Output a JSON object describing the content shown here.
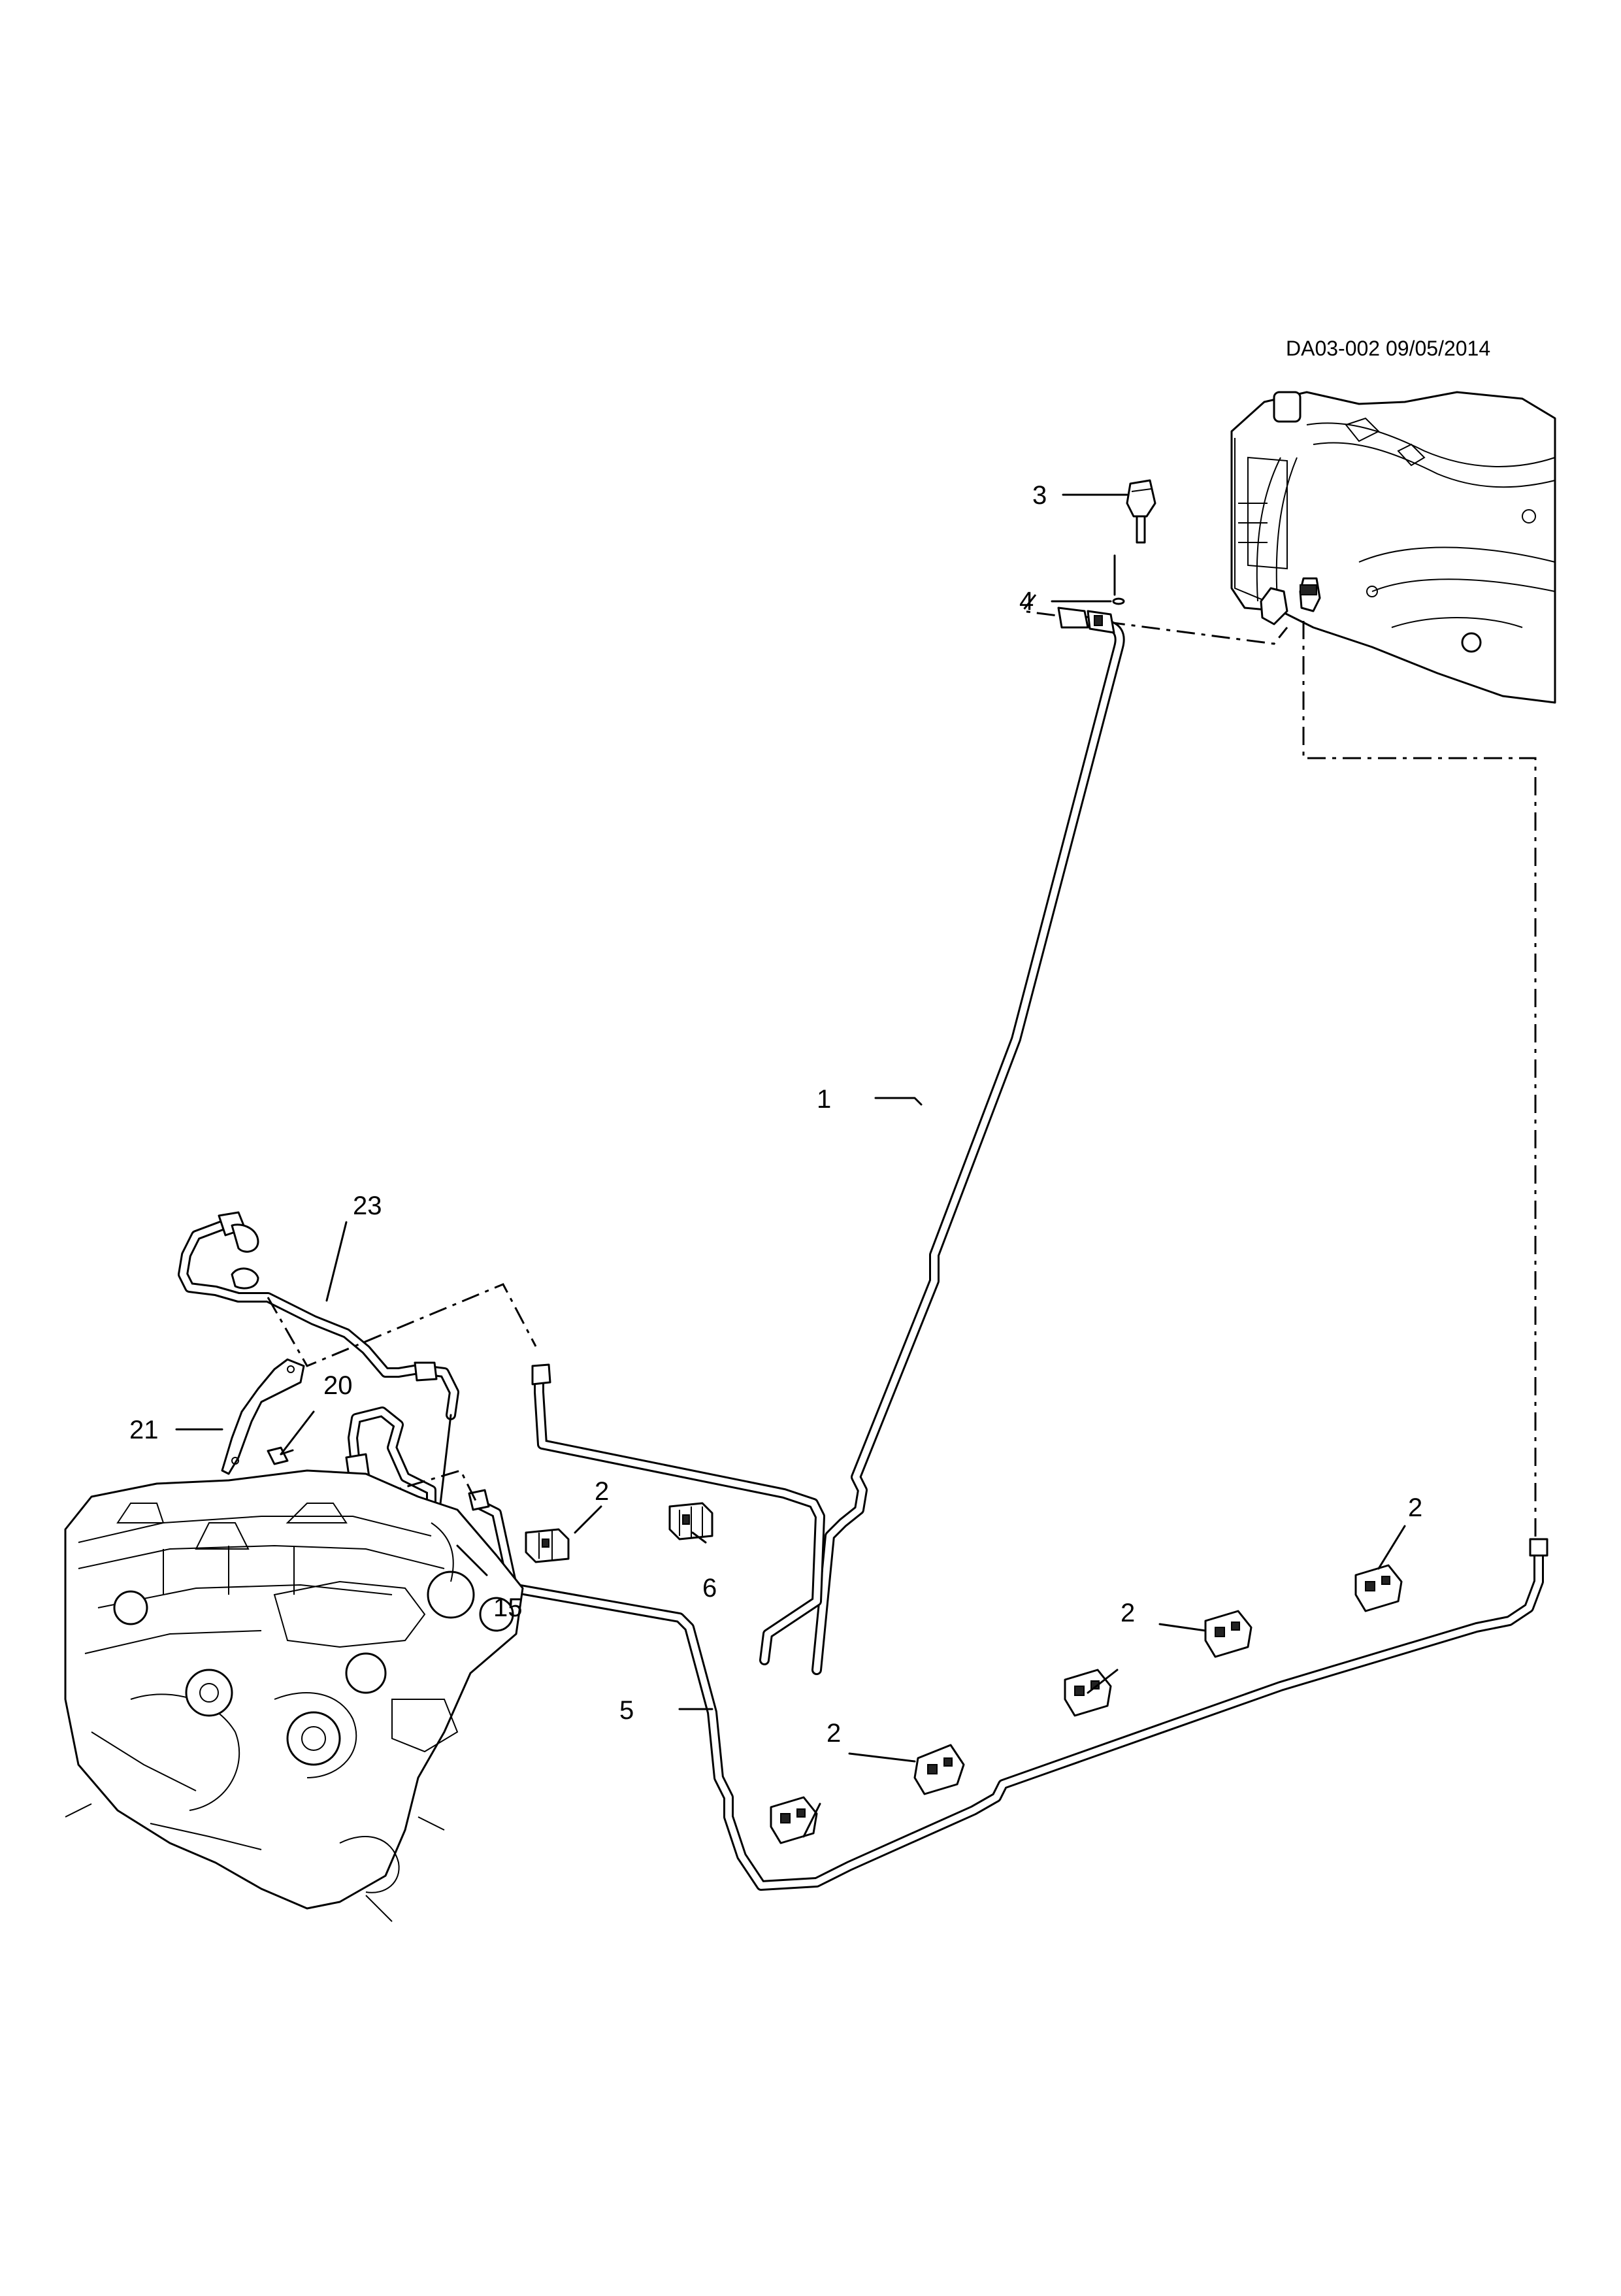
{
  "diagram_code": "DA03-002 09/05/2014",
  "callouts": [
    {
      "id": "1",
      "label": "1"
    },
    {
      "id": "2a",
      "label": "2"
    },
    {
      "id": "2b",
      "label": "2"
    },
    {
      "id": "2c",
      "label": "2"
    },
    {
      "id": "2d",
      "label": "2"
    },
    {
      "id": "3",
      "label": "3"
    },
    {
      "id": "4",
      "label": "4"
    },
    {
      "id": "5",
      "label": "5"
    },
    {
      "id": "6",
      "label": "6"
    },
    {
      "id": "15",
      "label": "15"
    },
    {
      "id": "20",
      "label": "20"
    },
    {
      "id": "21",
      "label": "21"
    },
    {
      "id": "23",
      "label": "23"
    }
  ]
}
